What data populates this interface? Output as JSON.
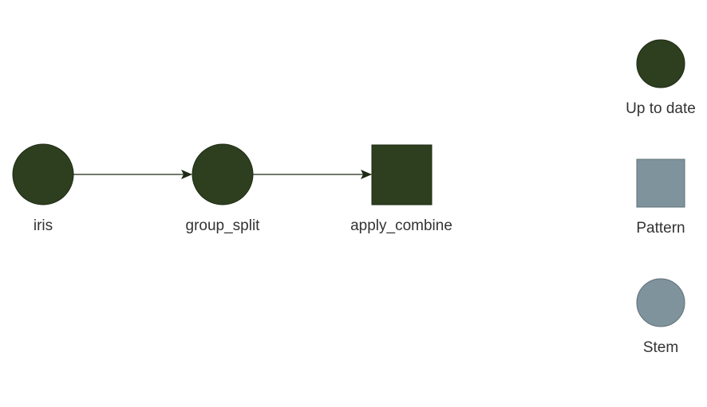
{
  "colors": {
    "up_to_date": "#2d3f1e",
    "pattern": "#7f939c",
    "stem": "#7f939c",
    "node_stroke": "#1e2a14",
    "legend_stroke": "#5f7079",
    "edge": "#1e2a14",
    "label_text": "#333333"
  },
  "graph": {
    "nodes": [
      {
        "id": "iris",
        "label": "iris",
        "shape": "circle",
        "status": "Up to date"
      },
      {
        "id": "group_split",
        "label": "group_split",
        "shape": "circle",
        "status": "Up to date"
      },
      {
        "id": "apply_combine",
        "label": "apply_combine",
        "shape": "square",
        "status": "Up to date"
      }
    ],
    "edges": [
      {
        "from": "iris",
        "to": "group_split"
      },
      {
        "from": "group_split",
        "to": "apply_combine"
      }
    ]
  },
  "legend": {
    "items": [
      {
        "label": "Up to date",
        "shape": "circle"
      },
      {
        "label": "Pattern",
        "shape": "square"
      },
      {
        "label": "Stem",
        "shape": "circle"
      }
    ]
  }
}
